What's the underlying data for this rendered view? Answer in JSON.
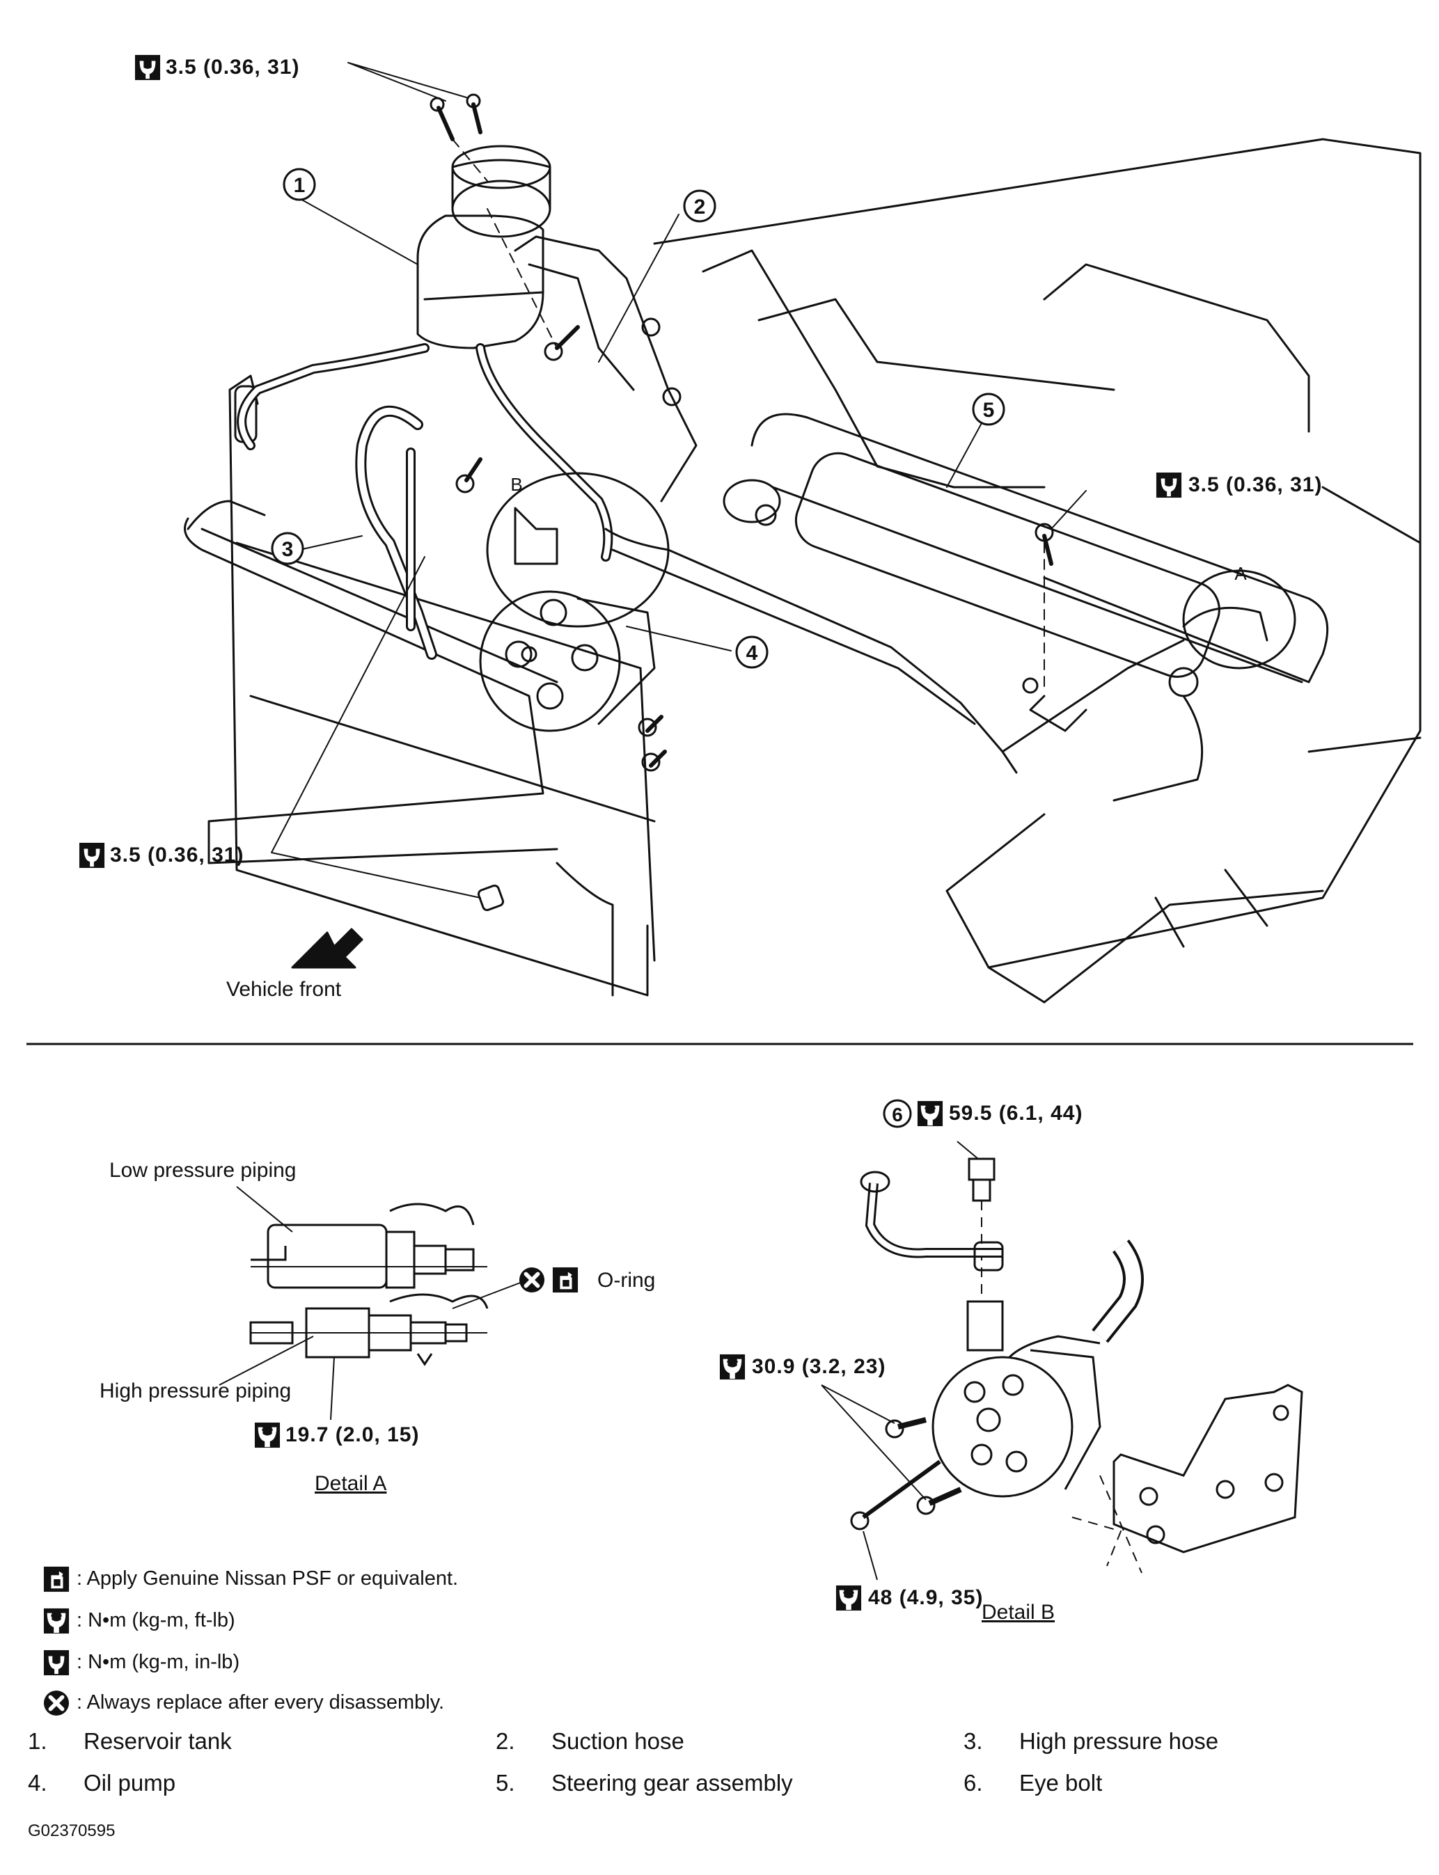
{
  "top": {
    "torque_top": "3.5  (0.36,  31)",
    "torque_right": "3.5  (0.36,  31)",
    "torque_left": "3.5  (0.36,  31)",
    "callouts": [
      "1",
      "2",
      "3",
      "4",
      "5"
    ],
    "letter_a": "A",
    "letter_b": "B",
    "vehicle_front": "Vehicle front"
  },
  "detail_a": {
    "low_pressure": "Low pressure piping",
    "high_pressure": "High pressure piping",
    "oring": "O-ring",
    "torque": "19.7  (2.0,  15)",
    "title": "Detail A"
  },
  "detail_b": {
    "eye_bolt_num": "6",
    "torque_eye_bolt": "59.5  (6.1,  44)",
    "torque_upper": "30.9  (3.2,  23)",
    "torque_lower": "48  (4.9,  35)",
    "title": "Detail B"
  },
  "legend": [
    {
      "icon": "fluid-icon",
      "text": ": Apply Genuine Nissan PSF or equivalent."
    },
    {
      "icon": "torque-wrench-icon",
      "text": ":  N•m  (kg-m,  ft-lb)"
    },
    {
      "icon": "torque-wrench-filled-icon",
      "text": ":  N•m  (kg-m,  in-lb)"
    },
    {
      "icon": "replace-icon",
      "text": ": Always replace after every disassembly."
    }
  ],
  "parts": [
    {
      "num": "1.",
      "name": "Reservoir tank"
    },
    {
      "num": "2.",
      "name": "Suction hose"
    },
    {
      "num": "3.",
      "name": "High pressure hose"
    },
    {
      "num": "4.",
      "name": "Oil pump"
    },
    {
      "num": "5.",
      "name": "Steering gear assembly"
    },
    {
      "num": "6.",
      "name": "Eye bolt"
    }
  ],
  "figure_id": "G02370595"
}
